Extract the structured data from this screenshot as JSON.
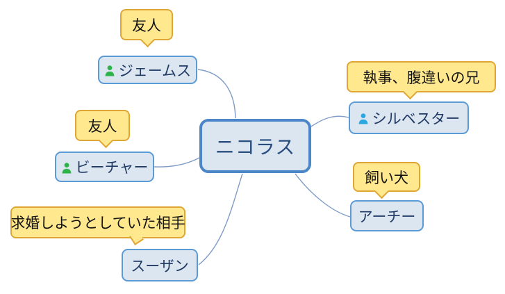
{
  "diagram": {
    "type": "mind-map",
    "background": "#ffffff"
  },
  "center": {
    "label": "ニコラス"
  },
  "nodes": [
    {
      "id": "james",
      "label": "ジェームス",
      "relationship": "友人",
      "icon": "person-green"
    },
    {
      "id": "beecher",
      "label": "ビーチャー",
      "relationship": "友人",
      "icon": "person-green"
    },
    {
      "id": "susan",
      "label": "スーザン",
      "relationship": "求婚しようとしていた相手",
      "icon": null
    },
    {
      "id": "sylvester",
      "label": "シルベスター",
      "relationship": "執事、腹違いの兄",
      "icon": "person-blue"
    },
    {
      "id": "archie",
      "label": "アーチー",
      "relationship": "飼い犬",
      "icon": null
    }
  ],
  "colors": {
    "node_fill": "#dce6f1",
    "node_border": "#5b9bd5",
    "center_border": "#4a86c8",
    "node_text": "#203a64",
    "center_text": "#2a4d7f",
    "callout_fill": "#ffe88e",
    "callout_border": "#dfa636",
    "callout_text": "#141414",
    "connector": "#7f9cc7",
    "person_icon_green": "#2db34a",
    "person_icon_blue": "#29a8e0"
  }
}
